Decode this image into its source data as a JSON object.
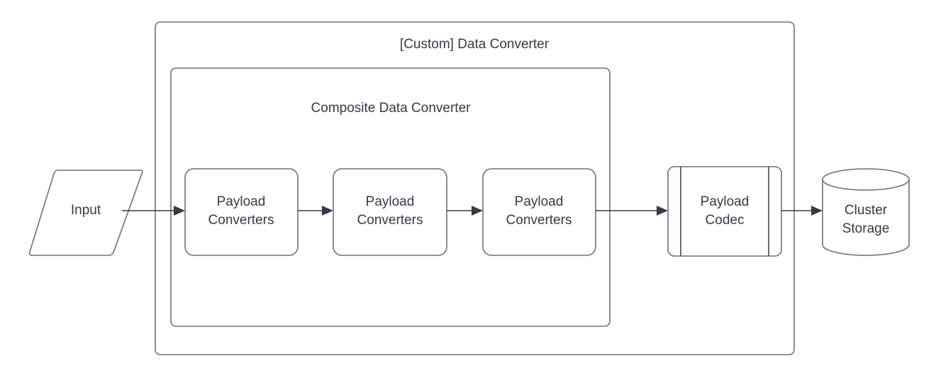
{
  "diagram": {
    "title_outer": "[Custom] Data Converter",
    "title_inner": "Composite Data Converter",
    "colors": {
      "stroke": "#6a7280",
      "text": "#343b45",
      "connector": "#343b45",
      "background": "#ffffff"
    },
    "nodes": {
      "input": {
        "label": "Input",
        "shape": "parallelogram"
      },
      "converter_1": {
        "label_line_1": "Payload",
        "label_line_2": "Converters",
        "shape": "rounded-rectangle"
      },
      "converter_2": {
        "label_line_1": "Payload",
        "label_line_2": "Converters",
        "shape": "rounded-rectangle"
      },
      "converter_3": {
        "label_line_1": "Payload",
        "label_line_2": "Converters",
        "shape": "rounded-rectangle"
      },
      "codec": {
        "label_line_1": "Payload",
        "label_line_2": "Codec",
        "shape": "process"
      },
      "storage": {
        "label_line_1": "Cluster",
        "label_line_2": "Storage",
        "shape": "cylinder"
      }
    },
    "edges": [
      {
        "from": "input",
        "to": "converter_1"
      },
      {
        "from": "converter_1",
        "to": "converter_2"
      },
      {
        "from": "converter_2",
        "to": "converter_3"
      },
      {
        "from": "converter_3",
        "to": "codec"
      },
      {
        "from": "codec",
        "to": "storage"
      }
    ]
  }
}
